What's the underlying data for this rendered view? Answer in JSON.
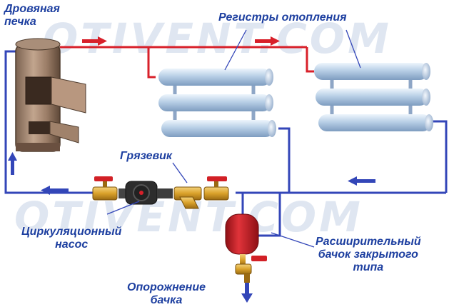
{
  "labels": {
    "stove": [
      "Дровяная",
      "печка"
    ],
    "registers": "Регистры отопления",
    "strainer": "Грязевик",
    "pump": [
      "Циркуляционный",
      "насос"
    ],
    "tank": [
      "Расширительный",
      "бачок закрытого",
      "типа"
    ],
    "drain": [
      "Опорожнение",
      "бачка"
    ]
  },
  "watermark": {
    "text": "OTIVENT.COM"
  },
  "colors": {
    "supply_pipe": "#d8202a",
    "return_pipe": "#3346b8",
    "label_text": "#1d3fa0",
    "register_pipe": "#b7cfe6",
    "tank": "#c21f26",
    "brass": "#d9a12a",
    "arrow_blue": "#3346b8",
    "arrow_red": "#d8202a"
  }
}
